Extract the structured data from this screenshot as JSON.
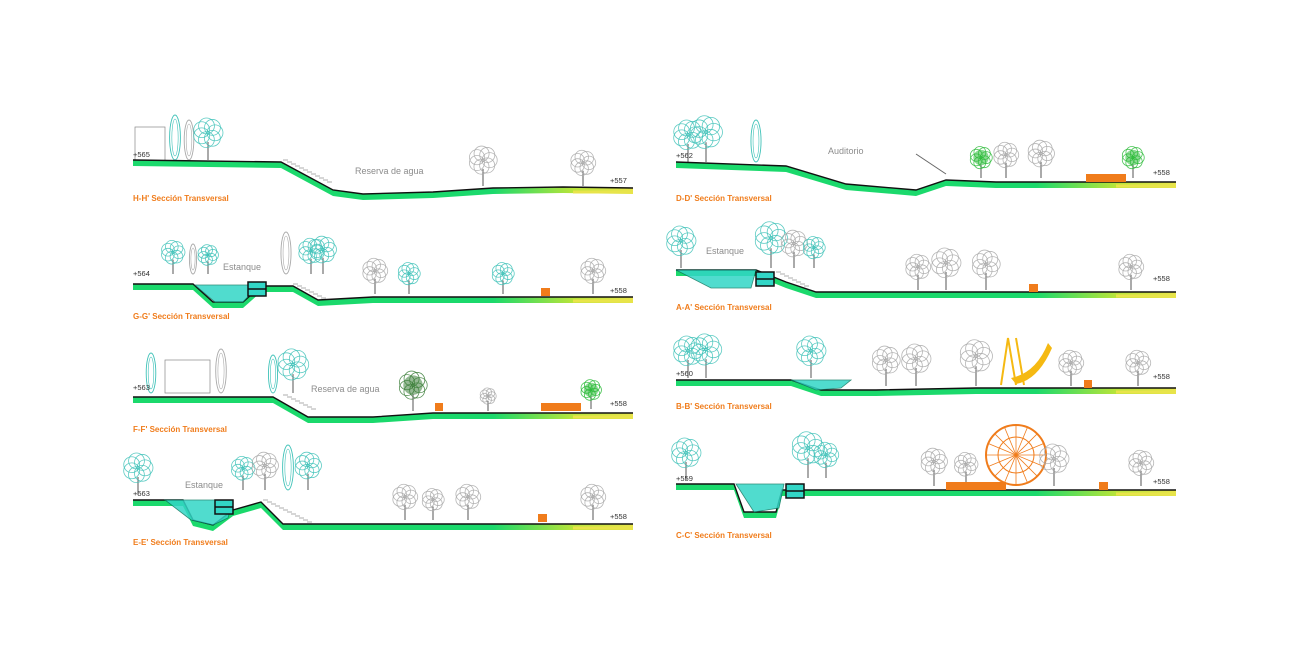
{
  "colors": {
    "green_dark": "#1bd96c",
    "green_light": "#b8e43a",
    "yellow": "#e8e44a",
    "water": "#32d6c6",
    "accent_orange": "#f07c1b",
    "tree_teal": "#3fc2b8",
    "tree_gray": "#a9a9a9",
    "tree_green": "#2dbb3a",
    "slide_yellow": "#f5b912"
  },
  "sections": [
    {
      "id": "hh",
      "title": "H-H' Sección Transversal",
      "elev_left": "+565",
      "elev_right": "+557",
      "label": "Reserva de agua"
    },
    {
      "id": "gg",
      "title": "G-G' Sección Transversal",
      "elev_left": "+564",
      "elev_right": "+558",
      "label": "Estanque"
    },
    {
      "id": "ff",
      "title": "F-F' Sección Transversal",
      "elev_left": "+563",
      "elev_right": "+558",
      "label": "Reserva de agua"
    },
    {
      "id": "ee",
      "title": "E-E' Sección Transversal",
      "elev_left": "+563",
      "elev_right": "+558",
      "label": "Estanque"
    },
    {
      "id": "dd",
      "title": "D-D' Sección Transversal",
      "elev_left": "+562",
      "elev_right": "+558",
      "label": "Auditorio"
    },
    {
      "id": "aa",
      "title": "A-A' Sección Transversal",
      "elev_left": "",
      "elev_right": "+558",
      "label": "Estanque"
    },
    {
      "id": "bb",
      "title": "B-B' Sección Transversal",
      "elev_left": "+560",
      "elev_right": "+558",
      "label": ""
    },
    {
      "id": "cc",
      "title": "C-C' Sección Transversal",
      "elev_left": "+559",
      "elev_right": "+558",
      "label": ""
    }
  ],
  "icons": [
    "tree-icon",
    "bench-icon",
    "kiosk-icon",
    "swing-slide-icon",
    "ferris-wheel-icon",
    "culvert-icon"
  ]
}
